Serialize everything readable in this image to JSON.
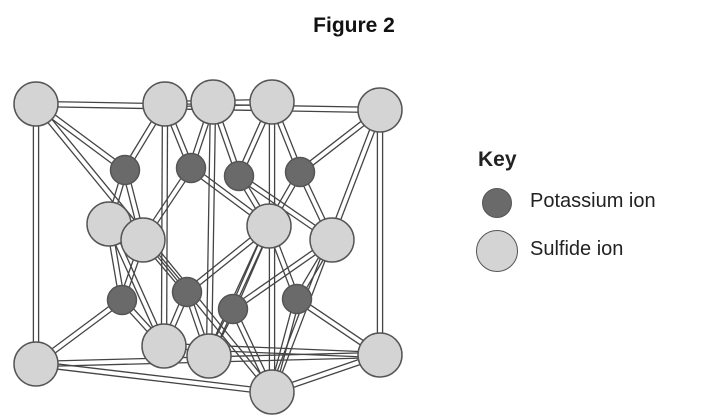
{
  "figure": {
    "title": "Figure 2"
  },
  "key": {
    "title": "Key",
    "items": [
      {
        "label": "Potassium ion",
        "color": "#6a6a6a",
        "kind": "potassium"
      },
      {
        "label": "Sulfide ion",
        "color": "#d4d4d4",
        "kind": "sulfide"
      }
    ]
  },
  "colors": {
    "potassium": "#6a6a6a",
    "sulfide": "#d4d4d4",
    "outline": "#555555",
    "bond": "#444444"
  }
}
